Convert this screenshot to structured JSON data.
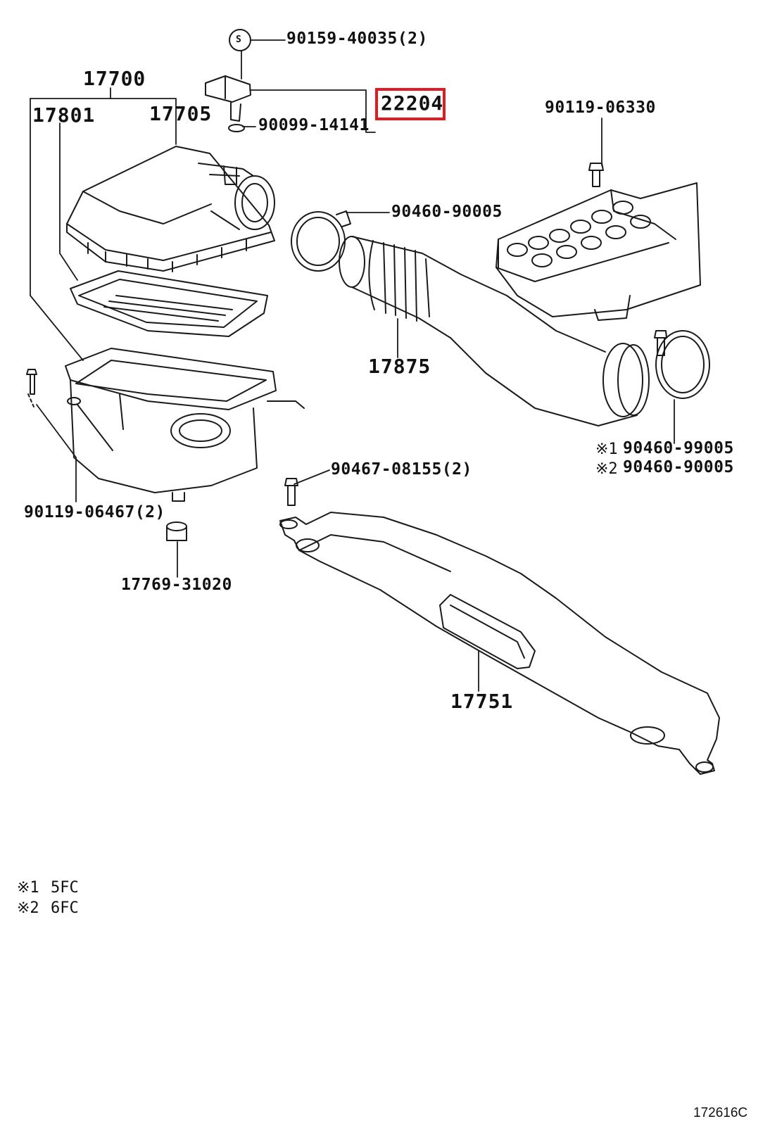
{
  "diagram": {
    "code": "172616C",
    "highlight_color": "#e11b22",
    "line_color": "#1a1a1a"
  },
  "parts": {
    "sensor_screw": "90159-40035(2)",
    "sensor_screw_symbol": "S",
    "air_cleaner_assy": "17700",
    "air_cleaner_element": "17801",
    "air_cleaner_cap": "17705",
    "air_flow_meter": "22204",
    "o_ring": "90099-14141",
    "hose_clamp_upper": "90460-90005",
    "bracket_bolt": "90119-06330",
    "intake_hose": "17875",
    "clamp_option_1": "90460-99005",
    "clamp_option_2": "90460-90005",
    "clamp_option_1_marker": "※1",
    "clamp_option_2_marker": "※2",
    "case_bolts": "90119-06467(2)",
    "grommet": "17769-31020",
    "inlet_bolts": "90467-08155(2)",
    "air_inlet_duct": "17751"
  },
  "legend": [
    {
      "marker": "※1",
      "code": "5FC"
    },
    {
      "marker": "※2",
      "code": "6FC"
    }
  ]
}
